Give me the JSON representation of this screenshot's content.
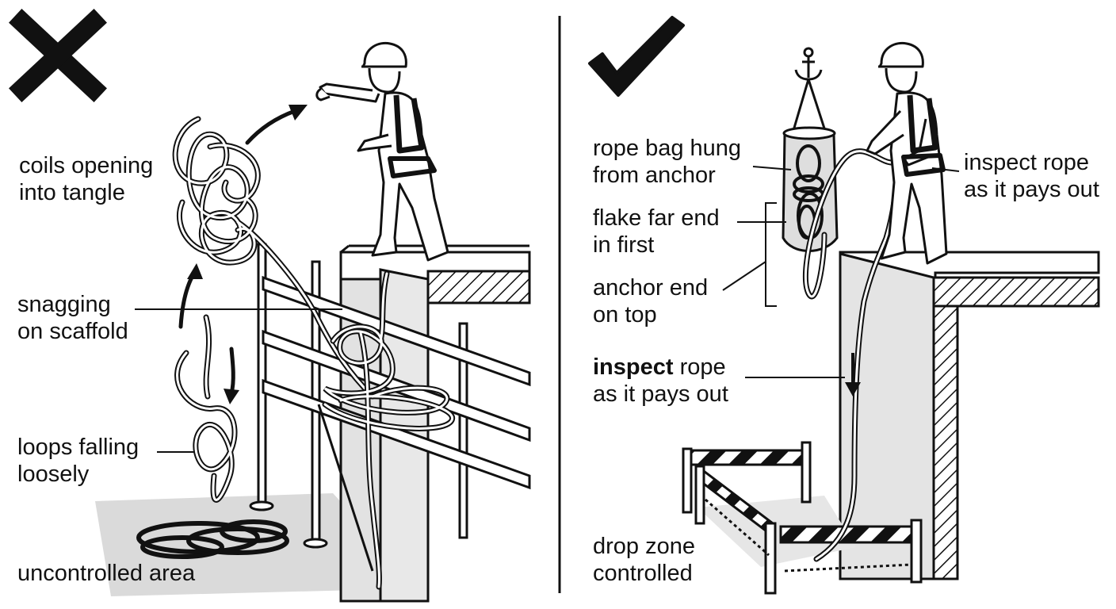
{
  "colors": {
    "ink": "#111111",
    "surface_gray": "#e6e6e6",
    "ground_gray": "#d9d9d9",
    "paper": "#ffffff"
  },
  "icons": {
    "left_marker": "cross-mark-icon",
    "right_marker": "check-mark-icon",
    "anchor": "anchor-icon"
  },
  "left_panel": {
    "label_coils": [
      "coils opening",
      "into tangle"
    ],
    "label_snagging": [
      "snagging",
      "on scaffold"
    ],
    "label_loops": [
      "loops falling",
      "loosely"
    ],
    "label_area": "uncontrolled area"
  },
  "right_panel": {
    "label_bag": [
      "rope bag hung",
      "from anchor"
    ],
    "label_flake": [
      "flake far end",
      "in first"
    ],
    "label_anchor_end": [
      "anchor end",
      "on top"
    ],
    "label_inspect_bold": "inspect",
    "label_inspect_rest": " rope",
    "label_inspect_line2": "as it pays out",
    "label_inspect_top": [
      "inspect rope",
      "as it pays out"
    ],
    "label_drop": [
      "drop zone",
      "controlled"
    ]
  }
}
